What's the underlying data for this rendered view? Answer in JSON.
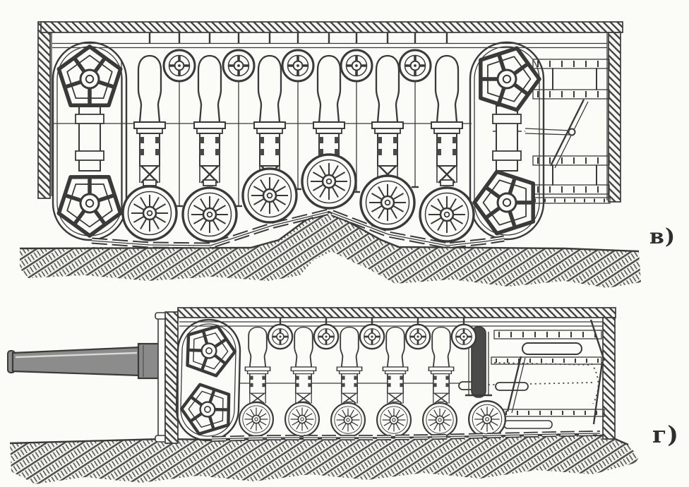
{
  "page": {
    "background_color": "#fbfbf8",
    "ink_color": "#3a3a3a",
    "barrel_fill_color": "#8c8c8c",
    "figure_kind": "scanned line engraving"
  },
  "panels": {
    "top": {
      "label": "в)",
      "parts": [
        "hull-armor",
        "idler-bogie",
        "suspension-spring",
        "return-roller",
        "road-wheel",
        "frame-rail",
        "track",
        "ground-hump"
      ]
    },
    "bottom": {
      "label": "г)",
      "parts": [
        "gun-barrel",
        "hull-armor",
        "idler-bogie",
        "suspension-spring",
        "return-roller",
        "road-wheel",
        "frame-rail",
        "track",
        "ground"
      ]
    }
  }
}
